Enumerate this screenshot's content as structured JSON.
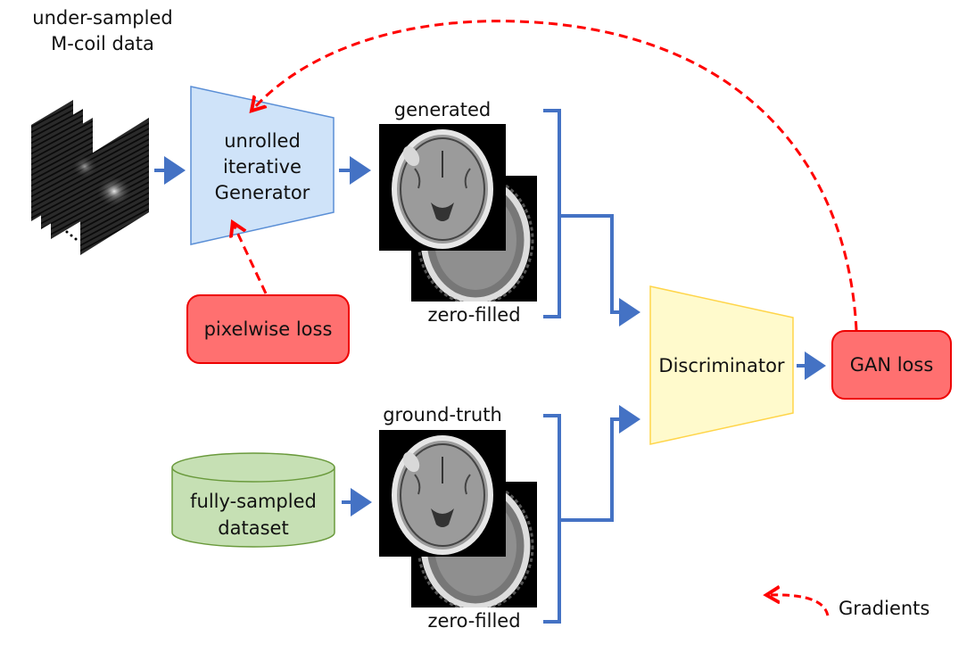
{
  "diagram": {
    "colors": {
      "flow_arrow": "#4472c4",
      "gradient_arrow": "#ff0000",
      "generator_fill": "#cfe3f9",
      "generator_stroke": "#5b8fd6",
      "discriminator_fill": "#fffacc",
      "discriminator_stroke": "#ffd54a",
      "loss_fill": "#ff7070",
      "loss_stroke": "#ee0000",
      "dataset_fill": "#c6e0b4",
      "dataset_stroke": "#6a9a3c"
    },
    "input": {
      "label_line1": "under-sampled",
      "label_line2": "M-coil data",
      "ellipsis": "..."
    },
    "generator": {
      "line1": "unrolled",
      "line2": "iterative",
      "line3": "Generator"
    },
    "generated_pair": {
      "top_label": "generated",
      "bottom_label": "zero-filled"
    },
    "groundtruth_pair": {
      "top_label": "ground-truth",
      "bottom_label": "zero-filled"
    },
    "pixelwise_loss": {
      "label": "pixelwise loss"
    },
    "discriminator": {
      "label": "Discriminator"
    },
    "gan_loss": {
      "label": "GAN loss"
    },
    "dataset": {
      "line1": "fully-sampled",
      "line2": "dataset"
    },
    "legend": {
      "gradients_label": "Gradients"
    }
  }
}
